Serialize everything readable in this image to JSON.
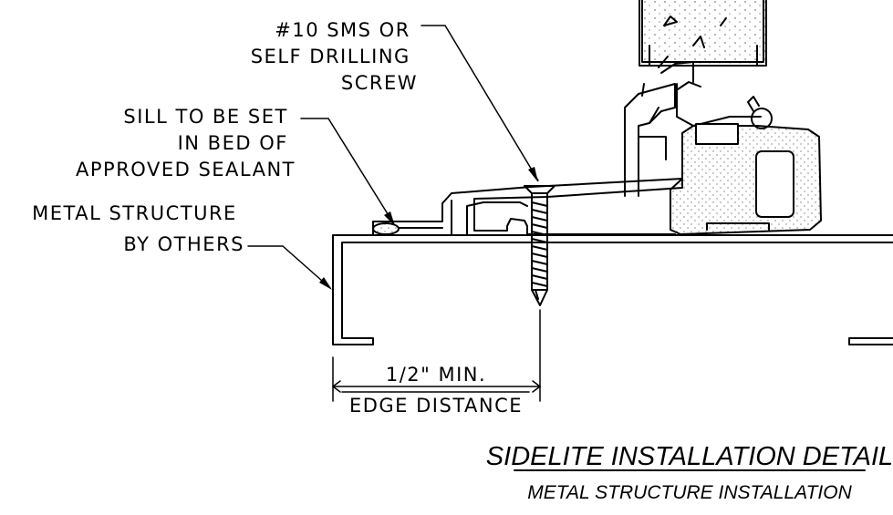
{
  "notes": {
    "screw": [
      "#10 SMS OR",
      "SELF DRILLING",
      "SCREW"
    ],
    "sill": [
      "SILL TO BE SET",
      "IN BED OF",
      "APPROVED SEALANT"
    ],
    "metal": [
      "METAL STRUCTURE",
      "BY OTHERS"
    ]
  },
  "dimension": {
    "value": "1/2\" MIN.",
    "label": "EDGE DISTANCE"
  },
  "title": {
    "main": "SIDELITE INSTALLATION DETAIL",
    "sub": "METAL STRUCTURE INSTALLATION"
  }
}
